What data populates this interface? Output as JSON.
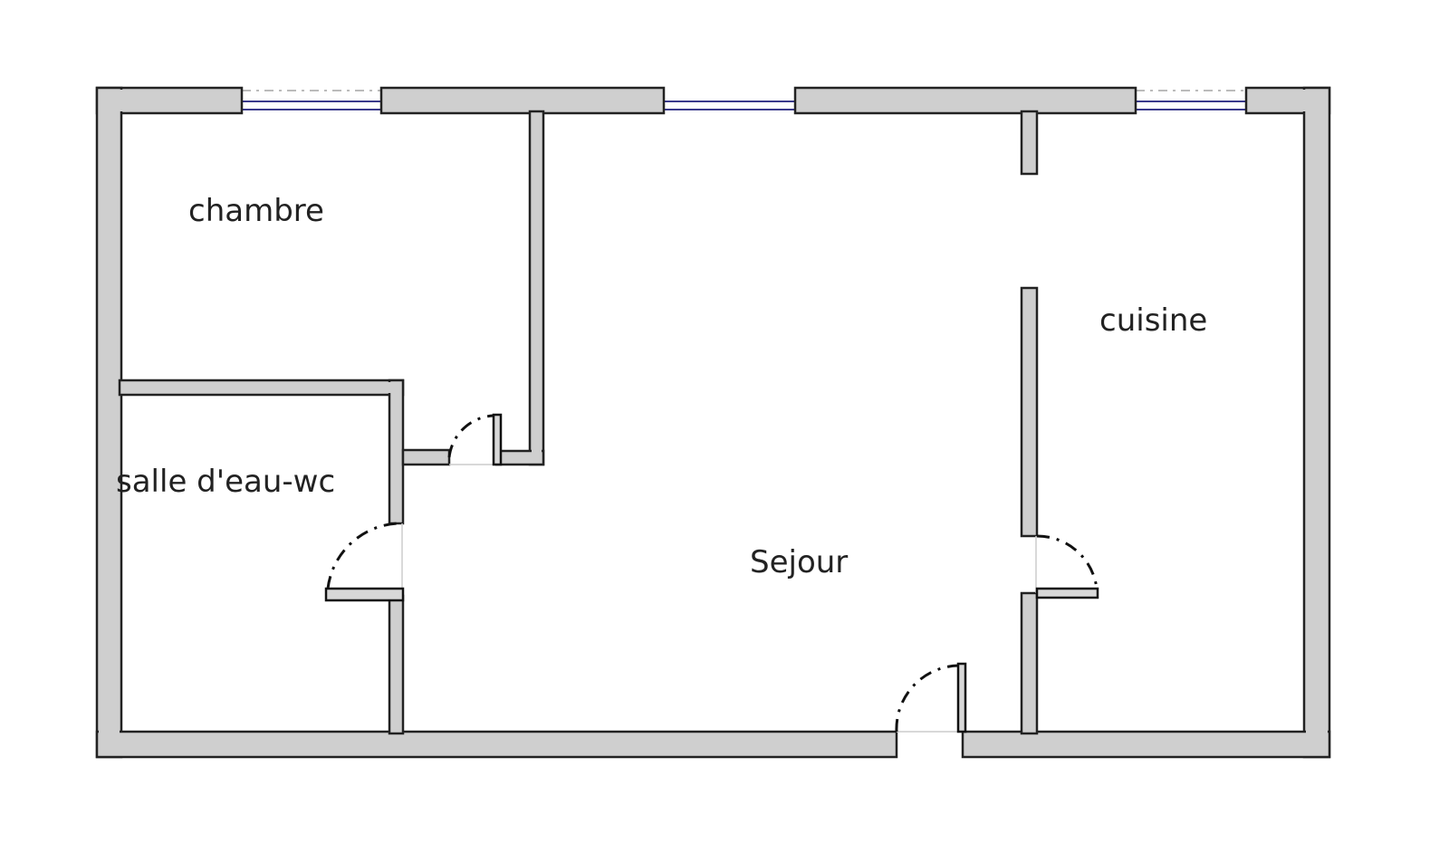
{
  "plan": {
    "rooms": {
      "chambre": "chambre",
      "salle_deau": "salle d'eau-wc",
      "sejour": "Sejour",
      "cuisine": "cuisine"
    },
    "colors": {
      "wall_fill": "#cfcfcf",
      "wall_outline": "#222222",
      "window": "#3a3a8c"
    }
  }
}
